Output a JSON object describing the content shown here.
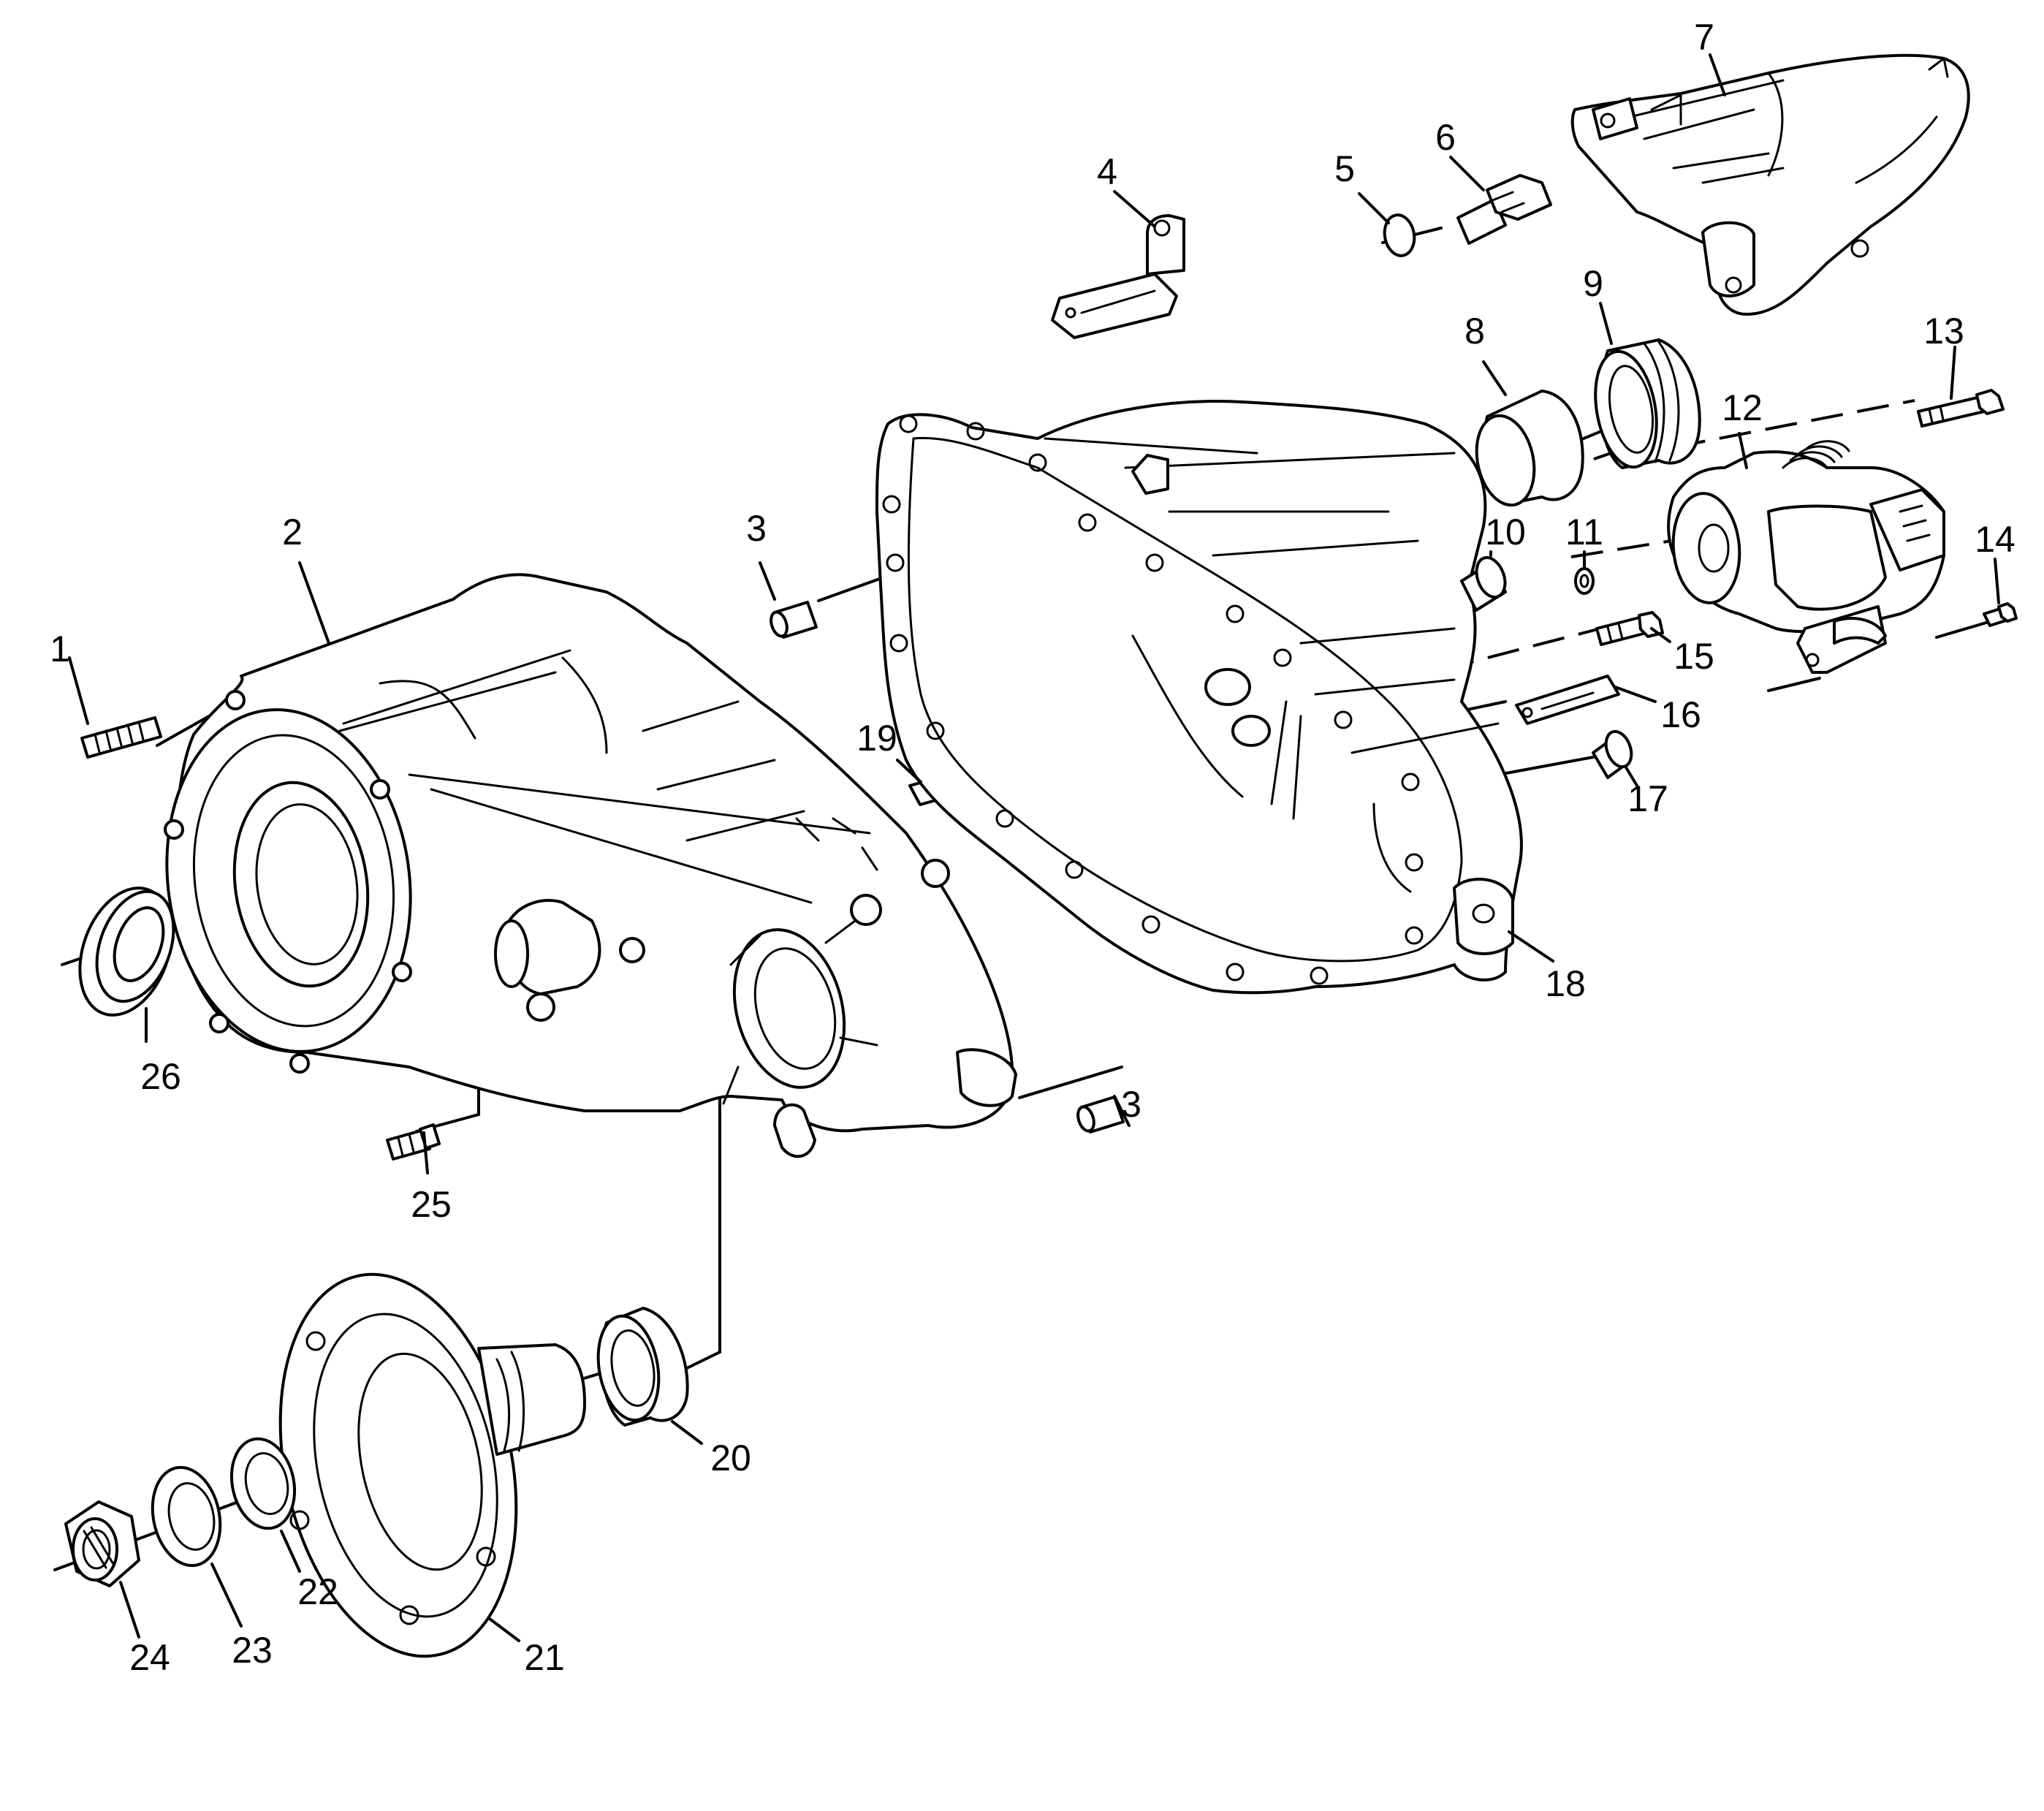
{
  "colors": {
    "line": "#000000",
    "background": "#ffffff"
  },
  "callouts": [
    {
      "id": "c1",
      "label": "1"
    },
    {
      "id": "c2",
      "label": "2"
    },
    {
      "id": "c3a",
      "label": "3"
    },
    {
      "id": "c3b",
      "label": "3"
    },
    {
      "id": "c4",
      "label": "4"
    },
    {
      "id": "c5",
      "label": "5"
    },
    {
      "id": "c6",
      "label": "6"
    },
    {
      "id": "c7",
      "label": "7"
    },
    {
      "id": "c8",
      "label": "8"
    },
    {
      "id": "c9",
      "label": "9"
    },
    {
      "id": "c10",
      "label": "10"
    },
    {
      "id": "c11",
      "label": "11"
    },
    {
      "id": "c12",
      "label": "12"
    },
    {
      "id": "c13",
      "label": "13"
    },
    {
      "id": "c14",
      "label": "14"
    },
    {
      "id": "c15",
      "label": "15"
    },
    {
      "id": "c16",
      "label": "16"
    },
    {
      "id": "c17",
      "label": "17"
    },
    {
      "id": "c18",
      "label": "18"
    },
    {
      "id": "c19",
      "label": "19"
    },
    {
      "id": "c20",
      "label": "20"
    },
    {
      "id": "c21",
      "label": "21"
    },
    {
      "id": "c22",
      "label": "22"
    },
    {
      "id": "c23",
      "label": "23"
    },
    {
      "id": "c24",
      "label": "24"
    },
    {
      "id": "c25",
      "label": "25"
    },
    {
      "id": "c26",
      "label": "26"
    }
  ]
}
